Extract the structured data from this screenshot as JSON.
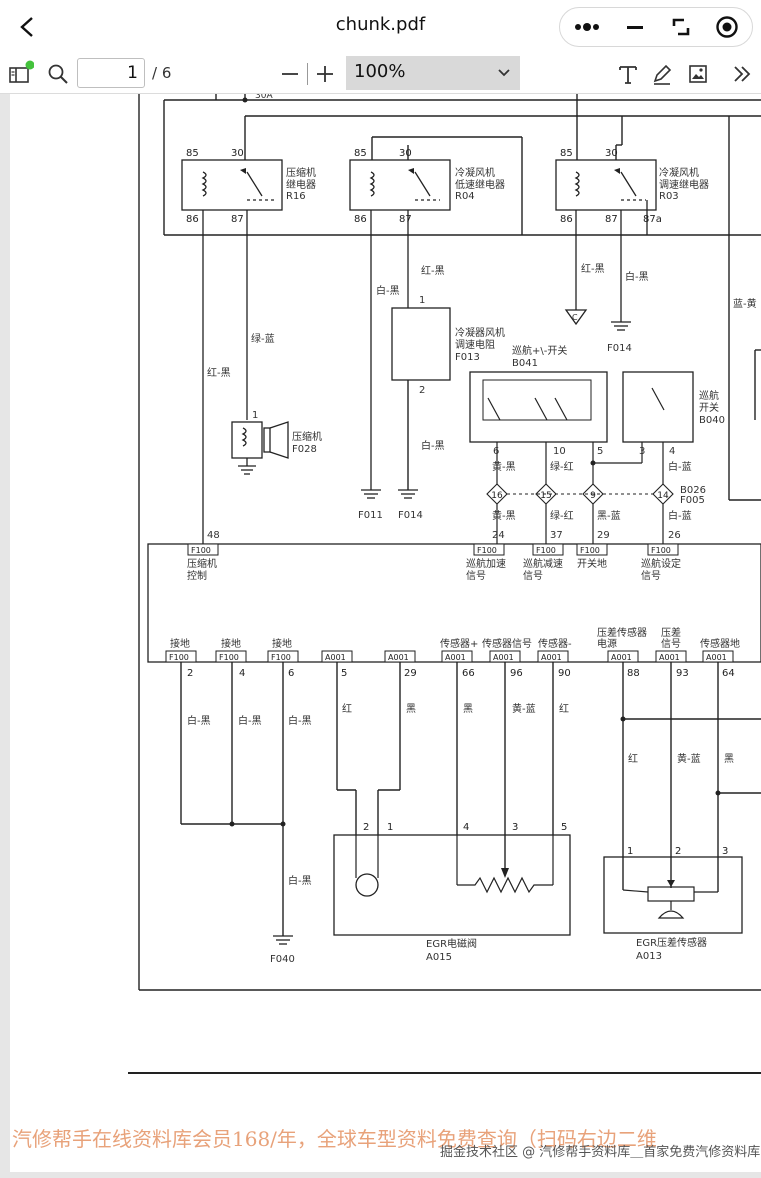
{
  "header": {
    "title": "chunk.pdf"
  },
  "toolbar": {
    "page_current": "1",
    "page_total": "/ 6",
    "zoom": "100%"
  },
  "diagram": {
    "top_label": "30A",
    "relays": [
      {
        "name": "压缩机\n继电器",
        "code": "R16",
        "pins": [
          "85",
          "30",
          "86",
          "87"
        ]
      },
      {
        "name": "冷凝风机\n低速继电器",
        "code": "R04",
        "pins": [
          "85",
          "30",
          "86",
          "87"
        ]
      },
      {
        "name": "冷凝风机\n调速继电器",
        "code": "R03",
        "pins": [
          "85",
          "30",
          "86",
          "87",
          "87a"
        ]
      }
    ],
    "wires": {
      "w_red_black_1": "红-黑",
      "w_green_blue": "绿-蓝",
      "w_white_black_1": "白-黑",
      "w_red_black_2": "红-黑",
      "w_white_black_2": "白-黑",
      "w_red_black_3": "红-黑",
      "w_white_black_3": "白-黑",
      "w_blue_yellow": "蓝-黄"
    },
    "components": {
      "compressor": {
        "name": "压缩机",
        "code": "F028",
        "pin": "1"
      },
      "resistor": {
        "name": "冷凝器风机\n调速电阻",
        "code": "F013",
        "pins": [
          "1",
          "2"
        ]
      },
      "cruise_switch": {
        "name": "巡航+\\-开关",
        "code": "B041"
      },
      "cruise_main": {
        "name": "巡航\n开关",
        "code": "B040"
      },
      "connector": {
        "code1": "B026",
        "code2": "F005"
      },
      "egr_valve": {
        "name": "EGR电磁阀",
        "code": "A015"
      },
      "egr_sensor": {
        "name": "EGR压差传感器",
        "code": "A013"
      }
    },
    "grounds": [
      "F011",
      "F014",
      "F014",
      "F040"
    ],
    "c_label": "C",
    "cruise_pins_top": [
      "6",
      "10",
      "5",
      "3",
      "4"
    ],
    "cruise_wires_top": [
      "黄-黑",
      "绿-红",
      "白-蓝"
    ],
    "diamonds": [
      "16",
      "15",
      "9",
      "14"
    ],
    "cruise_wires_bottom": [
      "黄-黑",
      "绿-红",
      "黑-蓝",
      "白-蓝"
    ],
    "cruise_pins_bottom": [
      "24",
      "37",
      "29",
      "26"
    ],
    "ecu_top": {
      "pin48": "48",
      "f100": "F100",
      "labels": [
        "压缩机\n控制",
        "巡航加速\n信号",
        "巡航减速\n信号",
        "开关地",
        "巡航设定\n信号"
      ]
    },
    "ecu_bottom": {
      "labels": [
        "接地",
        "接地",
        "接地",
        "传感器+",
        "传感器信号",
        "传感器-",
        "压差传感器\n电源",
        "压差\n信号",
        "传感器地"
      ],
      "connectors": [
        "F100",
        "F100",
        "F100",
        "A001",
        "A001",
        "A001",
        "A001",
        "A001",
        "A001",
        "A001",
        "A001"
      ],
      "pins": [
        "2",
        "4",
        "6",
        "5",
        "29",
        "66",
        "96",
        "90",
        "88",
        "93",
        "64"
      ],
      "wires": [
        "白-黑",
        "白-黑",
        "白-黑",
        "红",
        "黑",
        "黑",
        "黄-蓝",
        "红",
        "红",
        "黄-蓝",
        "黑",
        "白-黑"
      ],
      "valve_pins": [
        "2",
        "1",
        "4",
        "3",
        "5"
      ],
      "sensor_pins": [
        "1",
        "2",
        "3"
      ]
    }
  },
  "watermarks": {
    "line1": "汽修帮手在线资料库会员168/年，全球车型资料免费查询（扫码右边二维",
    "line2": "掘金技术社区 @ 汽修帮手资料库＿首家免费汽修资料库"
  }
}
